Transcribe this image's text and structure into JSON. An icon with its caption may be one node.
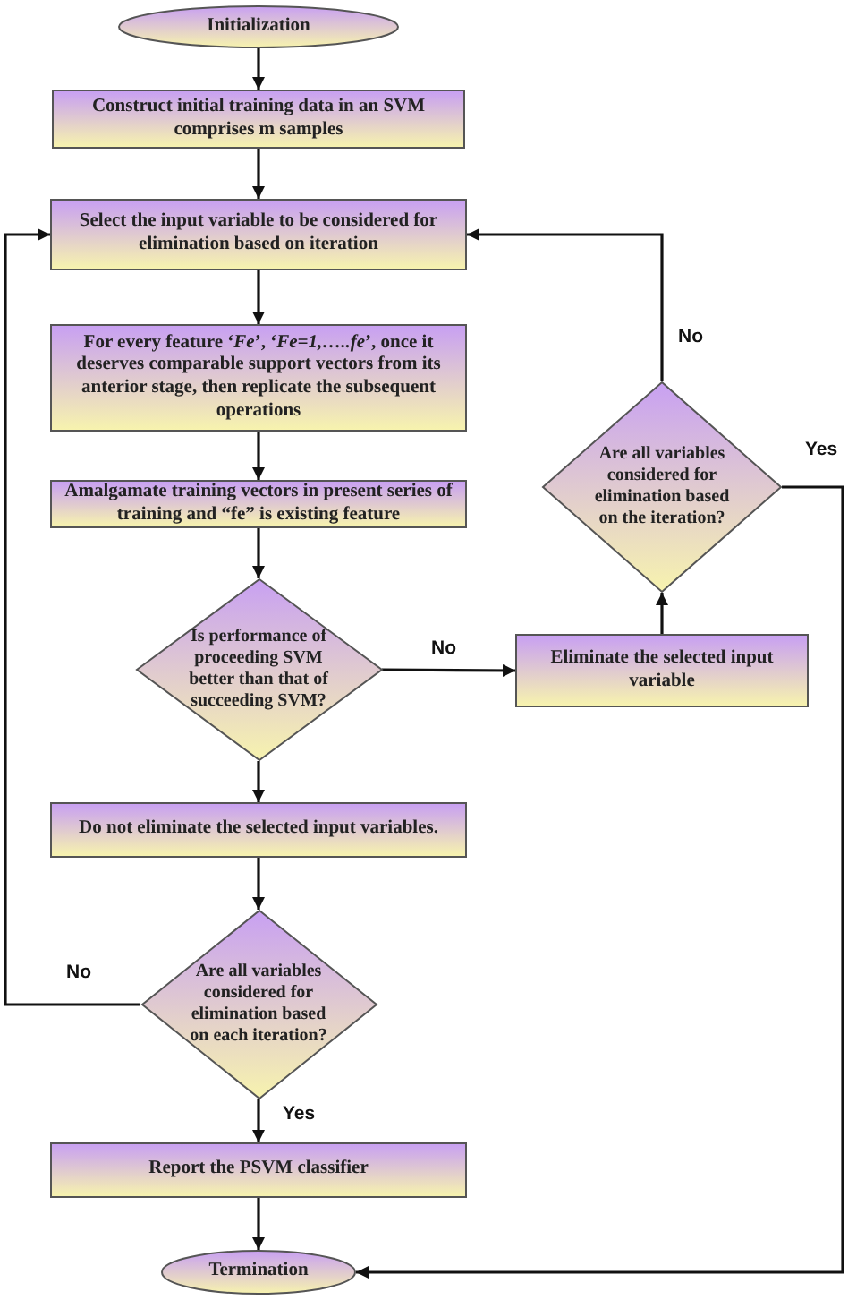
{
  "diagram": {
    "nodes": [
      {
        "text": [
          "Initialization"
        ]
      },
      {
        "text": [
          "Construct initial training data in an SVM comprises m samples"
        ]
      },
      {
        "text": [
          "Select the input variable to be considered for elimination based on iteration"
        ]
      },
      {
        "text": [
          "For every feature ‘*Fe*’, ‘*Fe=1,…..fe*’, once it deserves comparable support vectors from its anterior stage, then replicate the subsequent operations"
        ]
      },
      {
        "text": [
          "Amalgamate training vectors in present series of training and “fe” is existing feature"
        ]
      },
      {
        "text": [
          "Is performance of proceeding SVM better than that of succeeding SVM?"
        ]
      },
      {
        "text": [
          "Eliminate the selected input variable"
        ]
      },
      {
        "text": [
          "Are all variables considered for elimination based on the iteration?"
        ]
      },
      {
        "text": [
          "Do not eliminate the selected input variables."
        ]
      },
      {
        "text": [
          "Are all variables considered for elimination based on each iteration?"
        ]
      },
      {
        "text": [
          "Report the PSVM classifier"
        ]
      },
      {
        "text": [
          "Termination"
        ]
      }
    ],
    "edges": [
      {
        "from": 0,
        "to": 1,
        "arrow": "to"
      },
      {
        "from": 1,
        "to": 2,
        "arrow": "to"
      },
      {
        "from": 2,
        "to": 3,
        "arrow": "to"
      },
      {
        "from": 3,
        "to": 4,
        "arrow": "to"
      },
      {
        "from": 4,
        "to": 5,
        "arrow": "to"
      },
      {
        "from": 5,
        "to": 6,
        "arrow": "to",
        "label": "No"
      },
      {
        "from": 6,
        "to": 7,
        "arrow": "to"
      },
      {
        "from": 7,
        "to": 2,
        "arrow": "to",
        "label": "No"
      },
      {
        "from": 7,
        "to": 11,
        "arrow": "to",
        "label": "Yes"
      },
      {
        "from": 5,
        "to": 8,
        "arrow": "to"
      },
      {
        "from": 8,
        "to": 9,
        "arrow": "to"
      },
      {
        "from": 9,
        "to": 2,
        "arrow": "to",
        "label": "No"
      },
      {
        "from": 9,
        "to": 10,
        "arrow": "to",
        "label": "Yes"
      },
      {
        "from": 10,
        "to": 11,
        "arrow": "to"
      }
    ]
  }
}
